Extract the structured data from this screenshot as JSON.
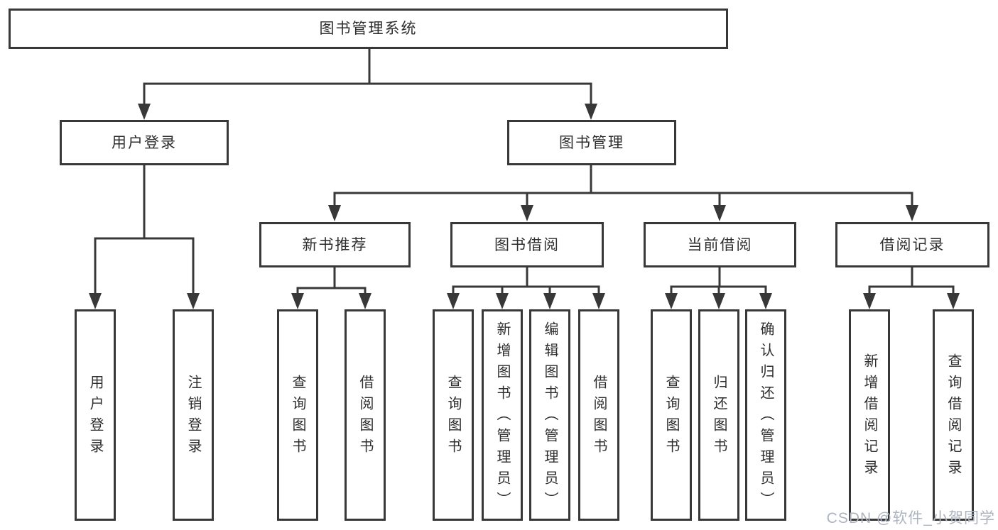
{
  "diagram": {
    "root": {
      "label": "图书管理系统"
    },
    "branches": [
      {
        "label": "用户登录",
        "children": [
          {
            "label": "用户登录"
          },
          {
            "label": "注销登录"
          }
        ]
      },
      {
        "label": "图书管理",
        "children": [
          {
            "label": "新书推荐",
            "children": [
              {
                "label": "查询图书"
              },
              {
                "label": "借阅图书"
              }
            ]
          },
          {
            "label": "图书借阅",
            "children": [
              {
                "label": "查询图书"
              },
              {
                "label": "新增图书（管理员）"
              },
              {
                "label": "编辑图书（管理员）"
              },
              {
                "label": "借阅图书"
              }
            ]
          },
          {
            "label": "当前借阅",
            "children": [
              {
                "label": "查询图书"
              },
              {
                "label": "归还图书"
              },
              {
                "label": "确认归还（管理员）"
              }
            ]
          },
          {
            "label": "借阅记录",
            "children": [
              {
                "label": "新增借阅记录"
              },
              {
                "label": "查询借阅记录"
              }
            ]
          }
        ]
      }
    ]
  },
  "watermark": {
    "text": "CSDN @软件_小贺同学"
  },
  "colors": {
    "background": "#ffffff",
    "line": "#383838",
    "box_border": "#383838",
    "text": "#2e2e2e",
    "watermark": "#aeb4bf"
  }
}
